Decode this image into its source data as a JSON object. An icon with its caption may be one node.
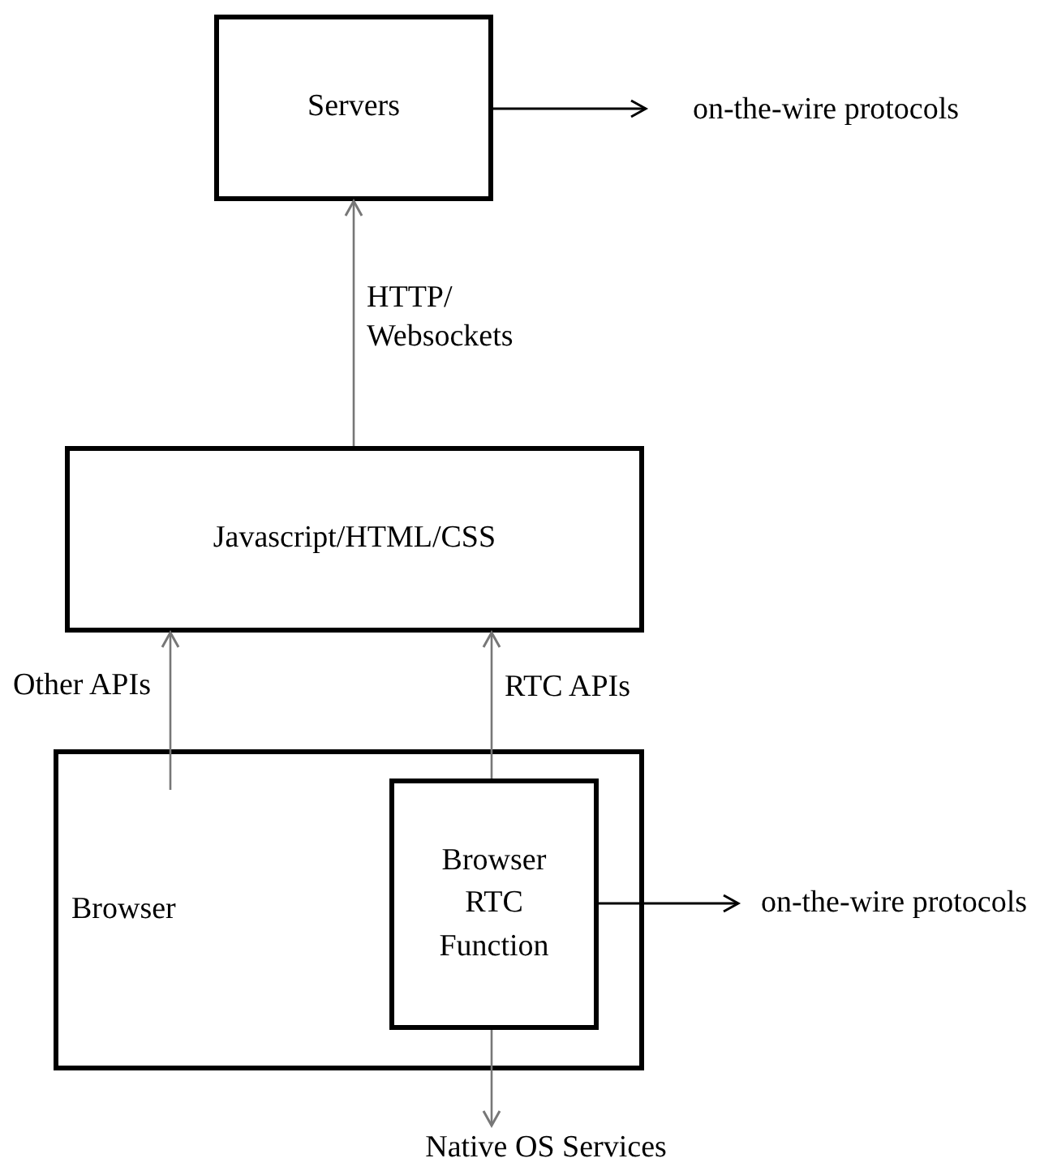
{
  "diagram": {
    "nodes": [
      {
        "text": [
          "Servers"
        ]
      },
      {
        "text": [
          "on-the-wire protocols"
        ]
      },
      {
        "text": [
          "Javascript/HTML/CSS"
        ]
      },
      {
        "text": [
          "Browser"
        ]
      },
      {
        "text": [
          "Browser RTC Function"
        ],
        "in": 3
      },
      {
        "text": [
          "on-the-wire protocols"
        ]
      },
      {
        "text": [
          "Native OS Services"
        ]
      }
    ],
    "edges": [
      {
        "from": 0,
        "to": 1,
        "arrow": "to",
        "color": "#000000"
      },
      {
        "from": 2,
        "to": 0,
        "arrow": "to",
        "label": "HTTP/ Websockets"
      },
      {
        "from": 3,
        "to": 2,
        "arrow": "to",
        "label": "Other APIs"
      },
      {
        "from": 4,
        "to": 2,
        "arrow": "to",
        "label": "RTC APIs"
      },
      {
        "from": 4,
        "to": 5,
        "arrow": "to",
        "color": "#000000"
      },
      {
        "from": 4,
        "to": 6,
        "arrow": "to"
      }
    ]
  }
}
